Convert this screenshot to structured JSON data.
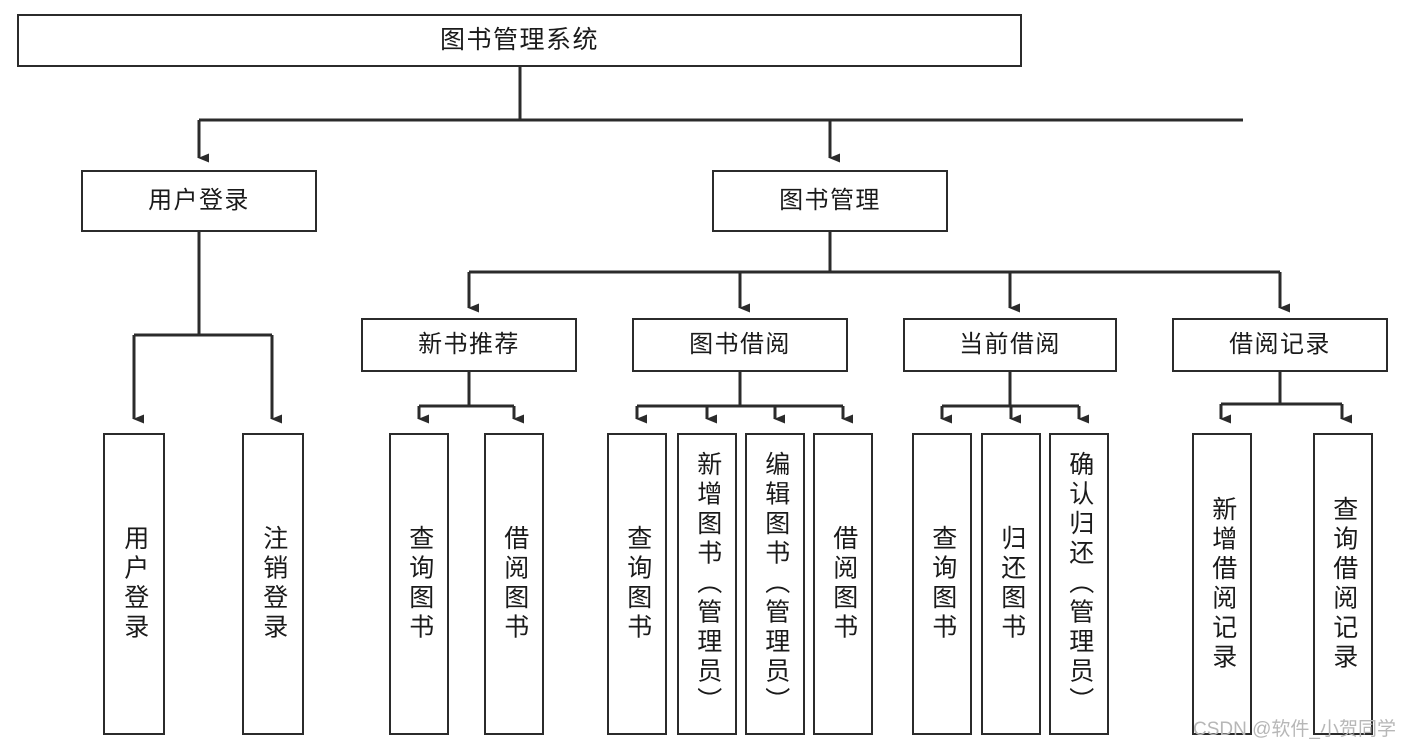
{
  "diagram": {
    "type": "tree",
    "title": "图书管理系统",
    "orientation": "top-down",
    "colors": {
      "box_border": "#2b2b2b",
      "box_fill": "#ffffff",
      "connector": "#2b2b2b",
      "background": "#ffffff",
      "watermark": "#b7b7b7"
    },
    "nodes": {
      "root": {
        "label": "图书管理系统"
      },
      "level2": [
        {
          "label": "用户登录"
        },
        {
          "label": "图书管理"
        }
      ],
      "level3": [
        {
          "label": "新书推荐"
        },
        {
          "label": "图书借阅"
        },
        {
          "label": "当前借阅"
        },
        {
          "label": "借阅记录"
        }
      ],
      "leaves": {
        "user_login": [
          {
            "label": "用户登录"
          },
          {
            "label": "注销登录"
          }
        ],
        "new_book": [
          {
            "label": "查询图书"
          },
          {
            "label": "借阅图书"
          }
        ],
        "book_borrow": [
          {
            "label": "查询图书"
          },
          {
            "label": "新增图书（管理员）"
          },
          {
            "label": "编辑图书（管理员）"
          },
          {
            "label": "借阅图书"
          }
        ],
        "current_borrow": [
          {
            "label": "查询图书"
          },
          {
            "label": "归还图书"
          },
          {
            "label": "确认归还（管理员）"
          }
        ],
        "borrow_record": [
          {
            "label": "新增借阅记录"
          },
          {
            "label": "查询借阅记录"
          }
        ]
      }
    },
    "watermark": "CSDN @软件_小贺同学"
  }
}
